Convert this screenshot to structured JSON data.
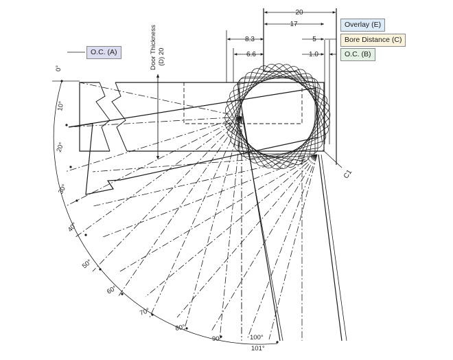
{
  "legend": {
    "overlay": "Overlay (E)",
    "bore_distance": "Bore Distance (C)",
    "oc_b": "O.C. (B)",
    "oc_a": "O.C. (A)"
  },
  "door_thickness": {
    "line1": "Door Thickness",
    "line2": "(D) 20"
  },
  "dimensions": {
    "overlay_width": "20",
    "inner_width": "17",
    "left_offset": "8.3",
    "left_offset_2": "6.6",
    "bore": "5",
    "oc_b_value": "1.0"
  },
  "corner_label": "C1",
  "angles": [
    "0°",
    "10°",
    "20°",
    "30°",
    "40°",
    "50°",
    "60°",
    "70°",
    "80°",
    "90°",
    "100°",
    "101°"
  ],
  "colors": {
    "overlay_bg": "#dcebf7",
    "bore_bg": "#fbf3dc",
    "ocb_bg": "#e4f1e4",
    "oca_bg": "#dcdcf0",
    "line": "#1a1a1a"
  }
}
